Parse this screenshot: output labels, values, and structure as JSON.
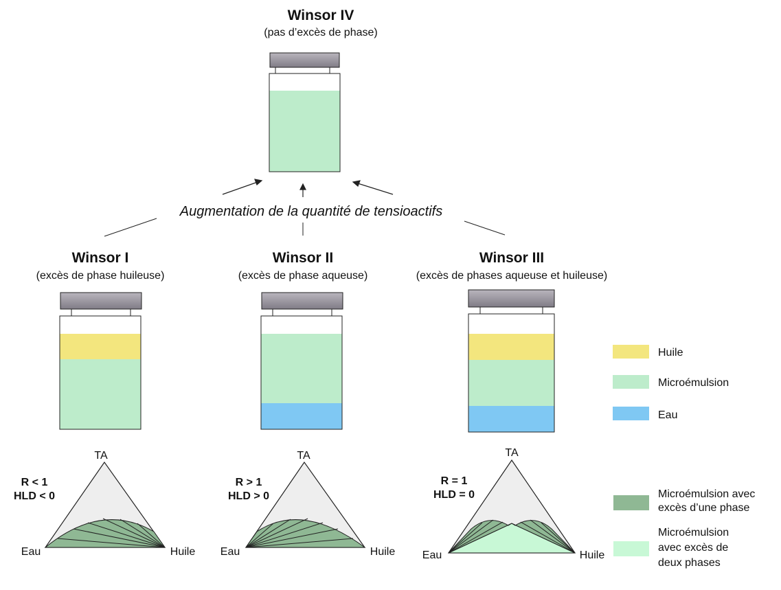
{
  "colors": {
    "oil": "#f3e67e",
    "microemulsion": "#bdeccb",
    "water": "#7fc8f3",
    "cap_body": "#8f8b95",
    "outline": "#222222",
    "triangle_fill": "#eeeeee",
    "microemulsion_one_phase": "#8fb894",
    "microemulsion_two_phases": "#c8f8d6"
  },
  "top": {
    "title": "Winsor IV",
    "subtitle": "(pas d’excès de phase)"
  },
  "middle_label": "Augmentation de la quantité de tensioactifs",
  "columns": [
    {
      "title": "Winsor I",
      "subtitle": "(excès de phase huileuse)",
      "condition_r": "R < 1",
      "condition_hld": "HLD < 0",
      "label_top": "TA",
      "label_left": "Eau",
      "label_right": "Huile"
    },
    {
      "title": "Winsor II",
      "subtitle": "(excès de phase aqueuse)",
      "condition_r": "R > 1",
      "condition_hld": "HLD > 0",
      "label_top": "TA",
      "label_left": "Eau",
      "label_right": "Huile"
    },
    {
      "title": "Winsor III",
      "subtitle": "(excès de phases aqueuse et huileuse)",
      "condition_r": "R = 1",
      "condition_hld": "HLD = 0",
      "label_top": "TA",
      "label_left": "Eau",
      "label_right": "Huile"
    }
  ],
  "legend": {
    "oil": "Huile",
    "microemulsion": "Microémulsion",
    "water": "Eau",
    "one_phase": [
      "Microémulsion avec",
      "excès d’une phase"
    ],
    "two_phases": [
      "Microémulsion",
      "avec excès de",
      "deux phases"
    ]
  }
}
